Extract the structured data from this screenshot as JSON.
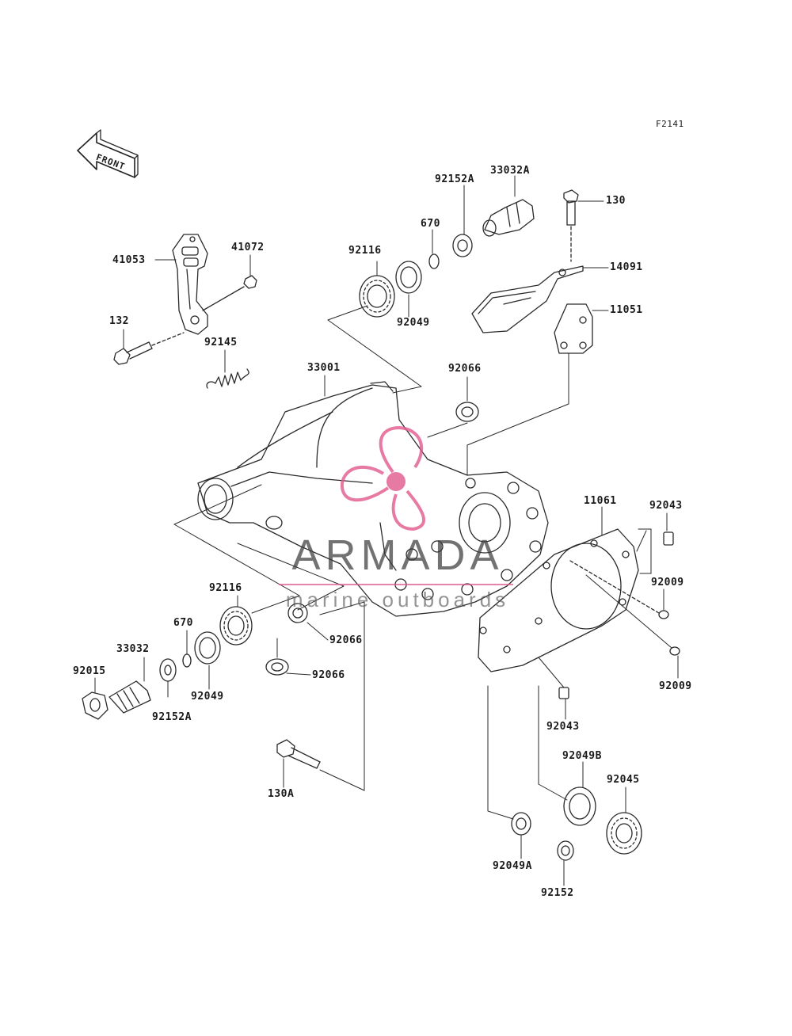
{
  "figure_code": "F2141",
  "front_marker": "FRONT",
  "watermark": {
    "name": "ARMADA",
    "tagline": "marine outboards",
    "accent_color": "#e25a8c"
  },
  "parts": {
    "p33032A": "33032A",
    "p92152A_top": "92152A",
    "p670_top": "670",
    "p130": "130",
    "p14091": "14091",
    "p11051": "11051",
    "p92116_top": "92116",
    "p92049_top": "92049",
    "p41053": "41053",
    "p41072": "41072",
    "p132": "132",
    "p92145": "92145",
    "p33001": "33001",
    "p92066_top": "92066",
    "p11061": "11061",
    "p92043_top": "92043",
    "p92009_a": "92009",
    "p92009_b": "92009",
    "p92116_bot": "92116",
    "p670_bot": "670",
    "p33032": "33032",
    "p92015": "92015",
    "p92152A_bot": "92152A",
    "p92049_bot": "92049",
    "p92066_mid": "92066",
    "p92066_low": "92066",
    "p130A": "130A",
    "p92043_bot": "92043",
    "p92049B": "92049B",
    "p92045": "92045",
    "p92049A": "92049A",
    "p92152": "92152"
  }
}
